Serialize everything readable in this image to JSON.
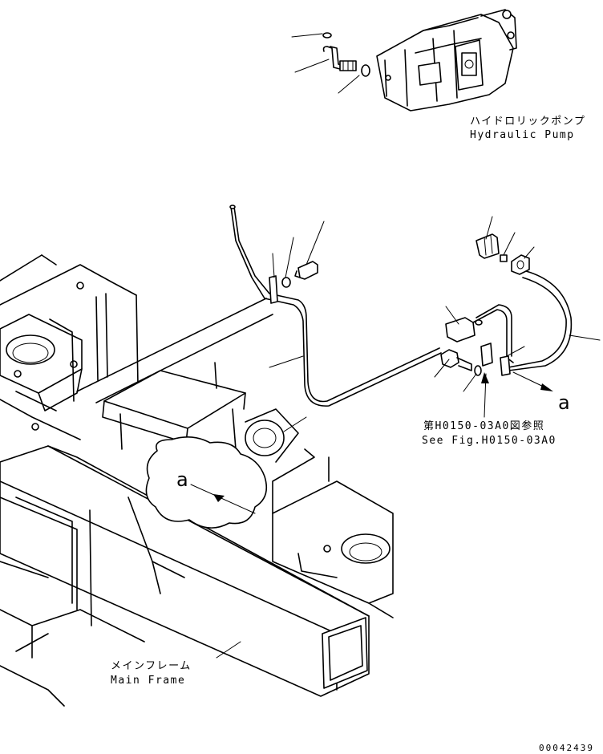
{
  "labels": {
    "pump_ja": "ハイドロリックポンプ",
    "pump_en": "Hydraulic Pump",
    "frame_ja": "メインフレーム",
    "frame_en": "Main Frame",
    "ref_ja": "第H0150-03A0図参照",
    "ref_en": "See Fig.H0150-03A0",
    "marker_a_right": "a",
    "marker_a_left": "a",
    "drawing_code": "00042439"
  }
}
